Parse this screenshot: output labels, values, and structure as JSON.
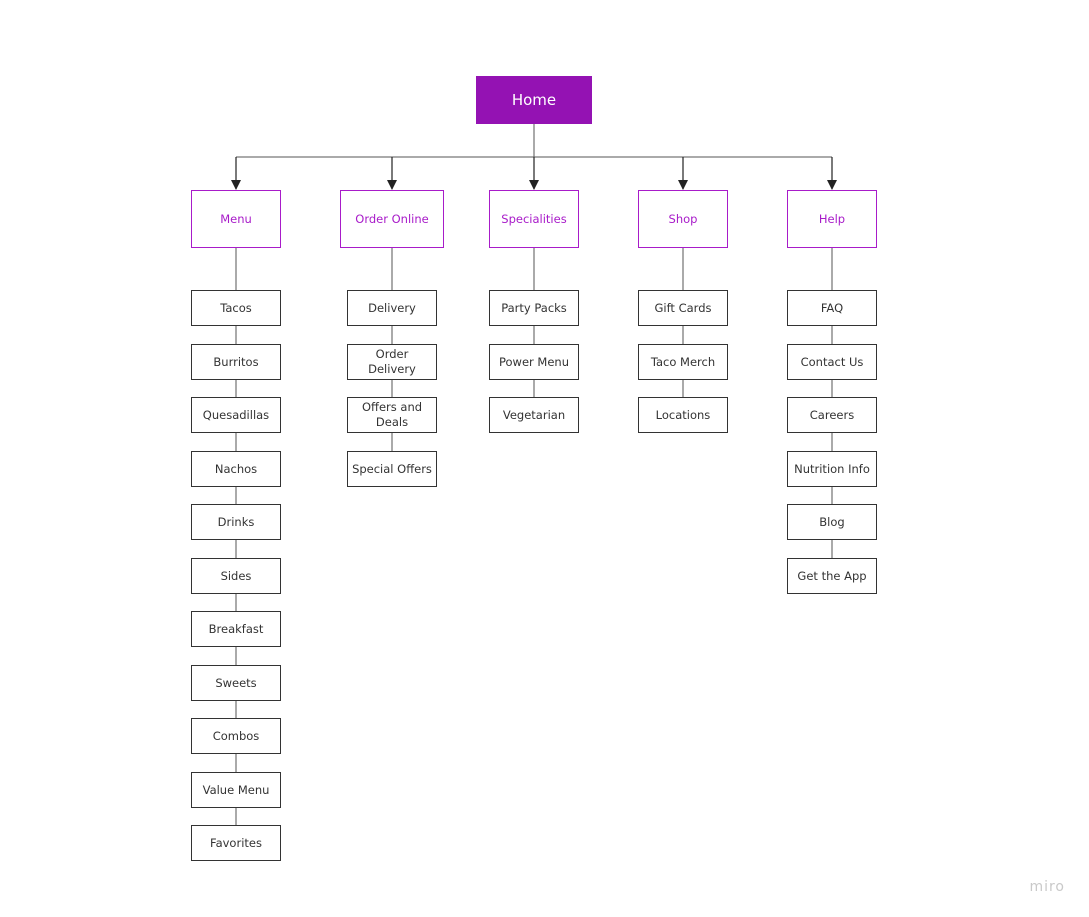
{
  "root": {
    "label": "Home"
  },
  "categories": [
    {
      "label": "Menu",
      "items": [
        "Tacos",
        "Burritos",
        "Quesadillas",
        "Nachos",
        "Drinks",
        "Sides",
        "Breakfast",
        "Sweets",
        "Combos",
        "Value Menu",
        "Favorites"
      ]
    },
    {
      "label": "Order Online",
      "items": [
        "Delivery",
        "Order Delivery",
        "Offers and Deals",
        "Special Offers"
      ]
    },
    {
      "label": "Specialities",
      "items": [
        "Party Packs",
        "Power Menu",
        "Vegetarian"
      ]
    },
    {
      "label": "Shop",
      "items": [
        "Gift Cards",
        "Taco Merch",
        "Locations"
      ]
    },
    {
      "label": "Help",
      "items": [
        "FAQ",
        "Contact Us",
        "Careers",
        "Nutrition Info",
        "Blog",
        "Get the App"
      ]
    }
  ],
  "watermark": "miro",
  "colors": {
    "root_fill": "#9412b3",
    "category_border": "#a81bc9",
    "leaf_border": "#333333",
    "connector": "#333333"
  }
}
